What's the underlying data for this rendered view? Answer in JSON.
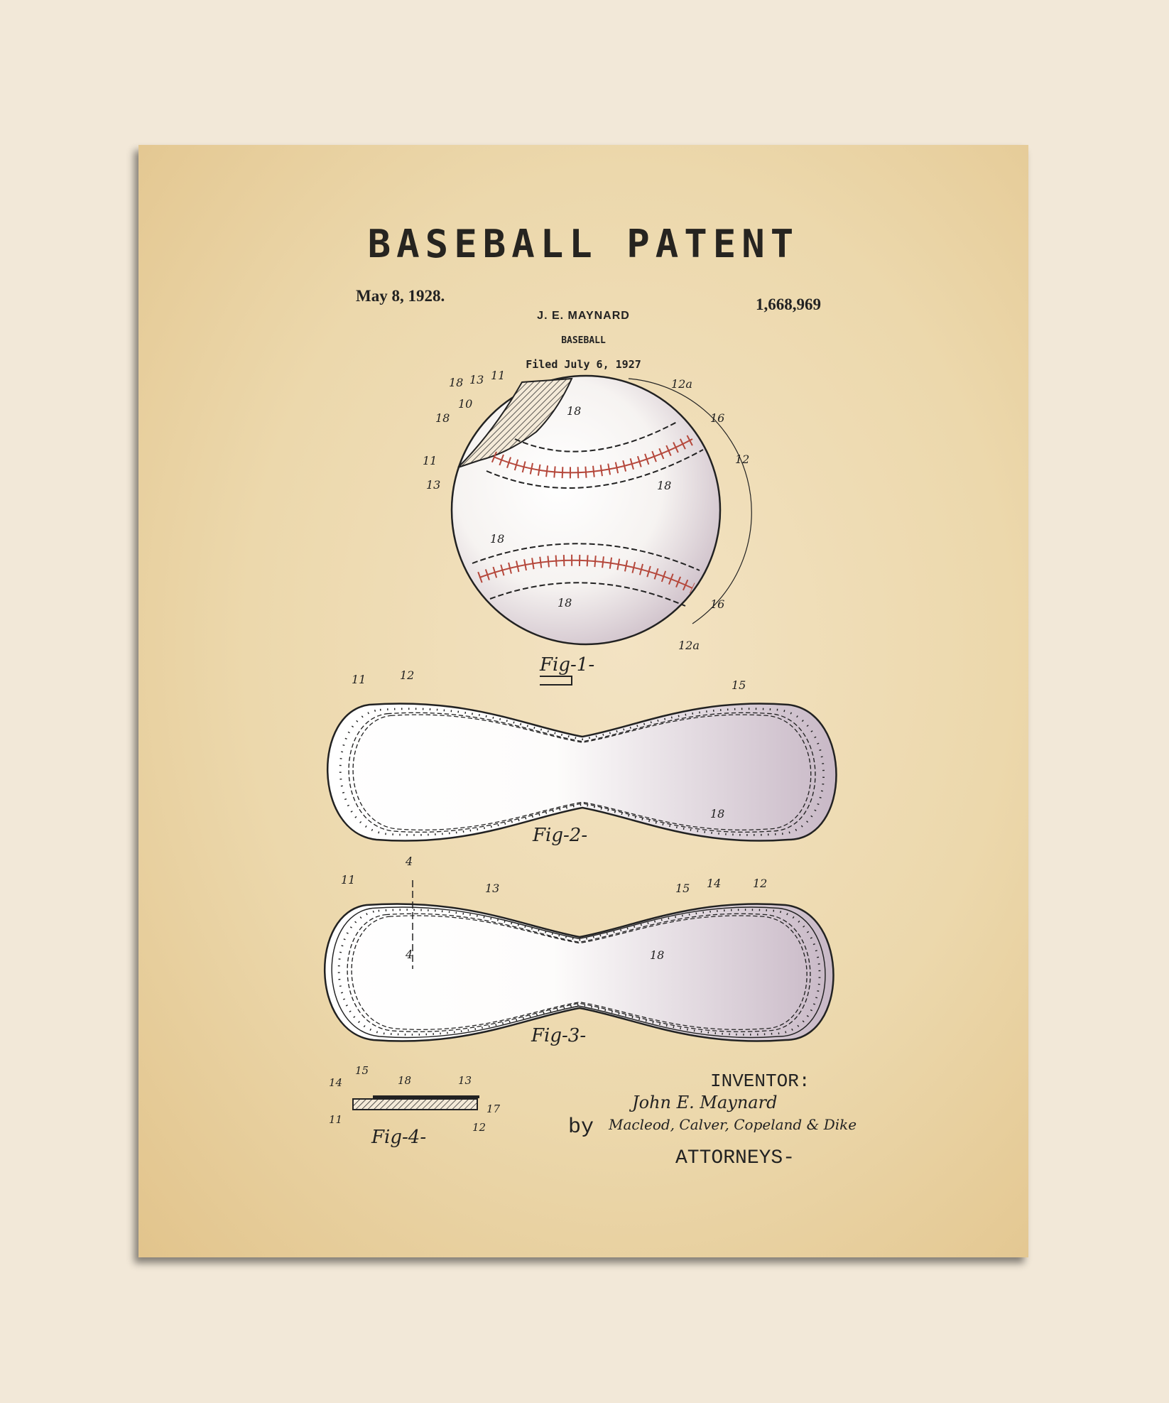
{
  "title": "BASEBALL PATENT",
  "date": "May 8, 1928.",
  "patent_number": "1,668,969",
  "inventor_name": "J. E. MAYNARD",
  "subject": "BASEBALL",
  "filed": "Filed July 6, 1927",
  "figures": {
    "fig1": "Fig-1-",
    "fig2": "Fig-2-",
    "fig3": "Fig-3-",
    "fig4": "Fig-4-"
  },
  "fig1_refs": [
    "18",
    "13",
    "11",
    "10",
    "18",
    "11",
    "13",
    "12a",
    "18",
    "16",
    "12",
    "18",
    "18",
    "18",
    "16",
    "12a"
  ],
  "fig2_refs": [
    "11",
    "12",
    "15",
    "18"
  ],
  "fig3_refs": [
    "11",
    "4",
    "13",
    "15",
    "14",
    "12",
    "18",
    "4"
  ],
  "fig4_refs": [
    "14",
    "15",
    "18",
    "13",
    "11",
    "17",
    "12"
  ],
  "inventor_label": "INVENTOR:",
  "signature": "John E. Maynard",
  "by_label": "by",
  "attorneys_signature": "Macleod, Calver, Copeland & Dike",
  "attorneys_label": "ATTORNEYS-",
  "colors": {
    "background": "#f2e8d8",
    "paper": "#ecd8ac",
    "ink": "#222222",
    "stitch": "#b5483c"
  }
}
